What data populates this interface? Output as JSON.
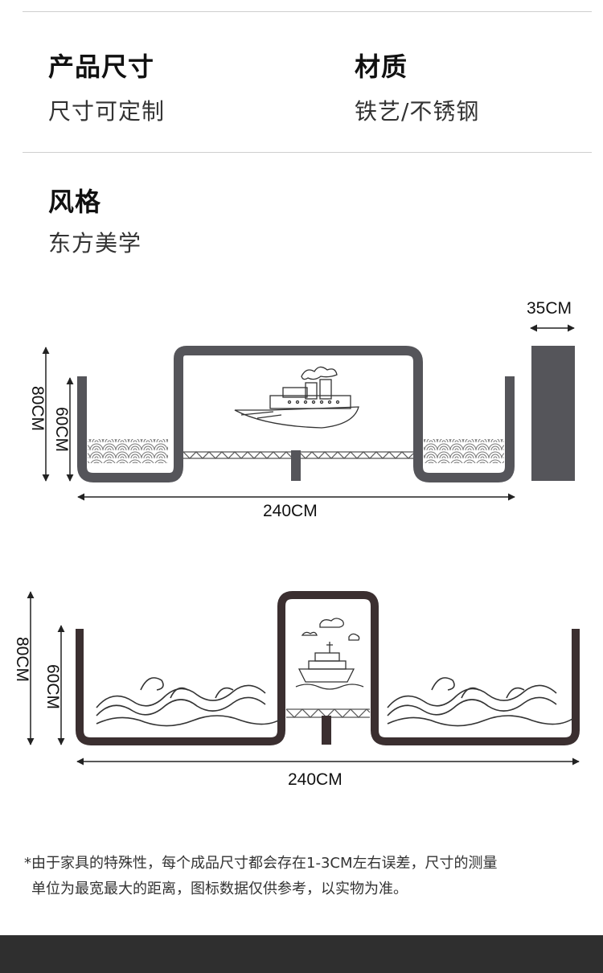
{
  "specs": {
    "size_label": "产品尺寸",
    "size_value": "尺寸可定制",
    "material_label": "材质",
    "material_value": "铁艺/不锈钢",
    "style_label": "风格",
    "style_value": "东方美学"
  },
  "figure1": {
    "depth": "35CM",
    "height_total": "80CM",
    "height_seat": "60CM",
    "width": "240CM"
  },
  "figure2": {
    "height_total": "80CM",
    "height_seat": "60CM",
    "width": "240CM"
  },
  "note": {
    "line1": "*由于家具的特殊性，每个成品尺寸都会存在1-3CM左右误差，尺寸的测量",
    "line2": "单位为最宽最大的距离，图标数据仅供参考，以实物为准。"
  },
  "colors": {
    "frame_grey": "#55555a",
    "frame_brown": "#3b2f30",
    "footer": "#2f2f2f"
  }
}
